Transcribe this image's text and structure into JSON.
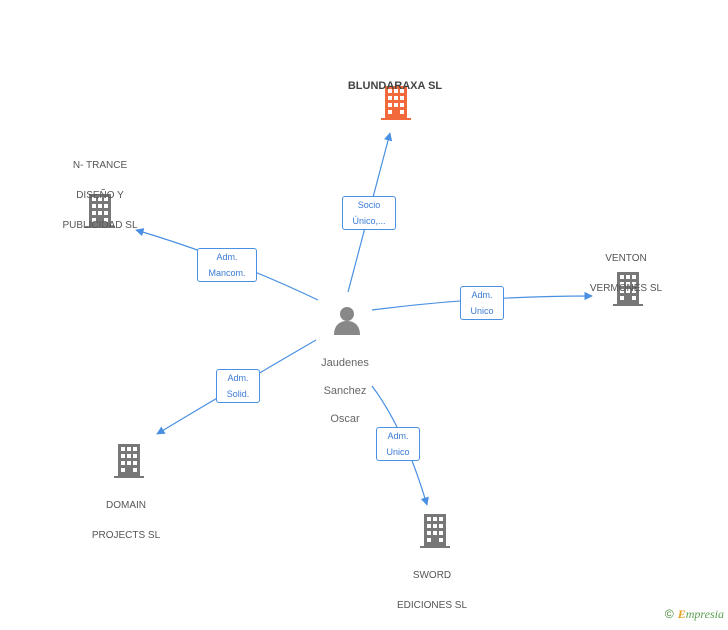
{
  "colors": {
    "edge": "#4a90e2",
    "company_icon": "#777777",
    "main_company_icon": "#f26a3c",
    "person_icon": "#888888"
  },
  "center": {
    "name_line1": "Jaudenes",
    "name_line2": "Sanchez",
    "name_line3": "Oscar",
    "icon": "person-icon"
  },
  "companies": {
    "blundaraxa": {
      "label": "BLUNDARAXA SL",
      "icon": "building-icon"
    },
    "ntrance": {
      "line1": "N- TRANCE",
      "line2": "DISEÑO Y",
      "line3": "PUBLICIDAD SL",
      "icon": "building-icon"
    },
    "venton": {
      "line1": "VENTON",
      "line2": "VERMONES SL",
      "icon": "building-icon"
    },
    "domain": {
      "line1": "DOMAIN",
      "line2": "PROJECTS SL",
      "icon": "building-icon"
    },
    "sword": {
      "line1": "SWORD",
      "line2": "EDICIONES SL",
      "icon": "building-icon"
    }
  },
  "relations": {
    "blundaraxa": {
      "line1": "Socio",
      "line2": "Único,..."
    },
    "ntrance": {
      "line1": "Adm.",
      "line2": "Mancom."
    },
    "venton": {
      "line1": "Adm.",
      "line2": "Unico"
    },
    "domain": {
      "line1": "Adm.",
      "line2": "Solid."
    },
    "sword": {
      "line1": "Adm.",
      "line2": "Unico"
    }
  },
  "watermark": {
    "copyright": "©",
    "brand_initial": "E",
    "brand_rest": "mpresia"
  }
}
